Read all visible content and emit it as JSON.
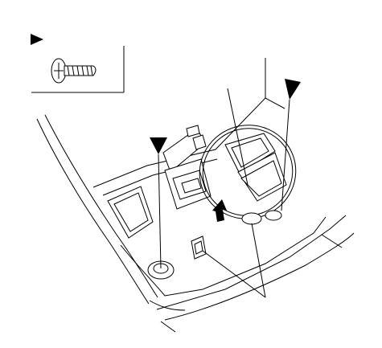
{
  "diagram": {
    "legend": {
      "marker_icon": "triangle-marker",
      "part_icon": "phillips-screw-icon"
    },
    "callout_markers": {
      "count": 3,
      "icon": "triangle-marker"
    },
    "arrow_icon": "push-direction-arrow",
    "colors": {
      "line": "#000000",
      "background": "#ffffff"
    }
  }
}
